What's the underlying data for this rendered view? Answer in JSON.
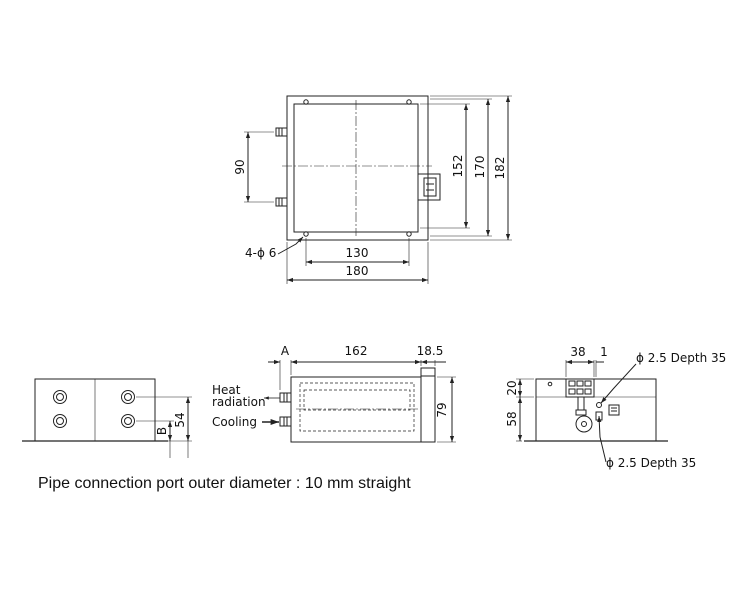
{
  "top_view": {
    "dim_90": "90",
    "dim_152": "152",
    "dim_170": "170",
    "dim_182": "182",
    "dim_130": "130",
    "dim_180": "180",
    "hole_callout": "4-ϕ 6"
  },
  "side_view": {
    "dim_54": "54",
    "dim_B": "B"
  },
  "front_view": {
    "dim_A": "A",
    "dim_162": "162",
    "dim_18_5": "18.5",
    "dim_79": "79",
    "label_heat_line1": "Heat",
    "label_heat_line2": "radiation",
    "label_cooling": "Cooling"
  },
  "end_view": {
    "dim_38": "38",
    "dim_1": "1",
    "dim_20": "20",
    "dim_58": "58",
    "callout_upper": "ϕ 2.5 Depth 35",
    "callout_lower": "ϕ 2.5 Depth 35"
  },
  "caption": "Pipe connection port outer diameter : 10 mm straight"
}
